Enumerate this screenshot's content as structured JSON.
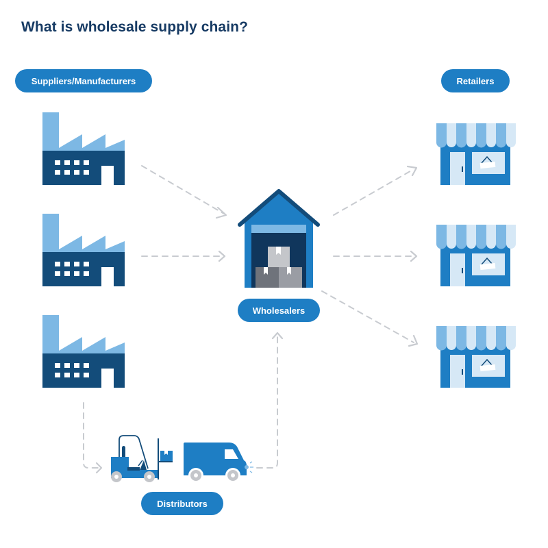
{
  "title": "What is wholesale supply chain?",
  "labels": {
    "suppliers": "Suppliers/Manufacturers",
    "retailers": "Retailers",
    "wholesalers": "Wholesalers",
    "distributors": "Distributors"
  },
  "nodes": {
    "factories": [
      "factory-1",
      "factory-2",
      "factory-3"
    ],
    "stores": [
      "store-1",
      "store-2",
      "store-3"
    ],
    "warehouse": "warehouse",
    "vehicles": [
      "forklift",
      "delivery-van"
    ]
  },
  "flows": [
    {
      "from": "factory-1",
      "to": "warehouse"
    },
    {
      "from": "factory-2",
      "to": "warehouse"
    },
    {
      "from": "factory-3",
      "to": "distributors"
    },
    {
      "from": "distributors",
      "to": "warehouse"
    },
    {
      "from": "warehouse",
      "to": "store-1"
    },
    {
      "from": "warehouse",
      "to": "store-2"
    },
    {
      "from": "warehouse",
      "to": "store-3"
    }
  ],
  "colors": {
    "title": "#163a63",
    "pill": "#1e7ec4",
    "dark_blue": "#134c7a",
    "mid_blue": "#1e7ec4",
    "light_blue": "#7db8e4",
    "pale_blue": "#d6e8f6",
    "arrow_gray": "#c8cbd0",
    "box_gray_light": "#c4c6ca",
    "box_gray_dark": "#7a7d84",
    "wheel_gray": "#c4c6ca"
  }
}
